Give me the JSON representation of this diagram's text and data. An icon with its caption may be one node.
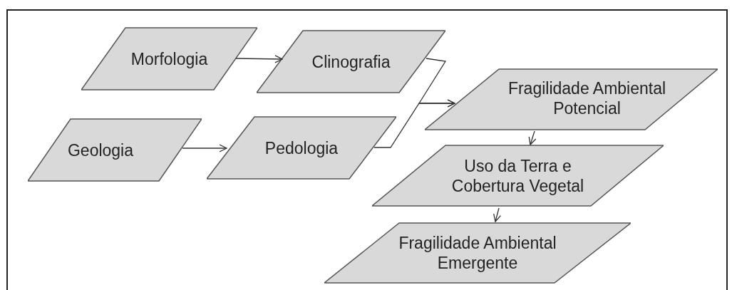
{
  "diagram": {
    "nodes": [
      {
        "text": [
          "Morfologia"
        ]
      },
      {
        "text": [
          "Clinografia"
        ]
      },
      {
        "text": [
          "Geologia"
        ]
      },
      {
        "text": [
          "Pedologia"
        ]
      },
      {
        "text": [
          "Fragilidade Ambiental Potencial"
        ]
      },
      {
        "text": [
          "Uso da Terra e Cobertura Vegetal"
        ]
      },
      {
        "text": [
          "Fragilidade Ambiental Emergente"
        ]
      }
    ],
    "edges": [
      {
        "from": 0,
        "to": 1,
        "arrow": "to"
      },
      {
        "from": 2,
        "to": 3,
        "arrow": "to"
      },
      {
        "from": 1,
        "to": 4,
        "arrow": "to"
      },
      {
        "from": 3,
        "to": 4,
        "arrow": "to"
      },
      {
        "from": 4,
        "to": 5,
        "arrow": "to"
      },
      {
        "from": 5,
        "to": 6,
        "arrow": "to"
      }
    ]
  }
}
